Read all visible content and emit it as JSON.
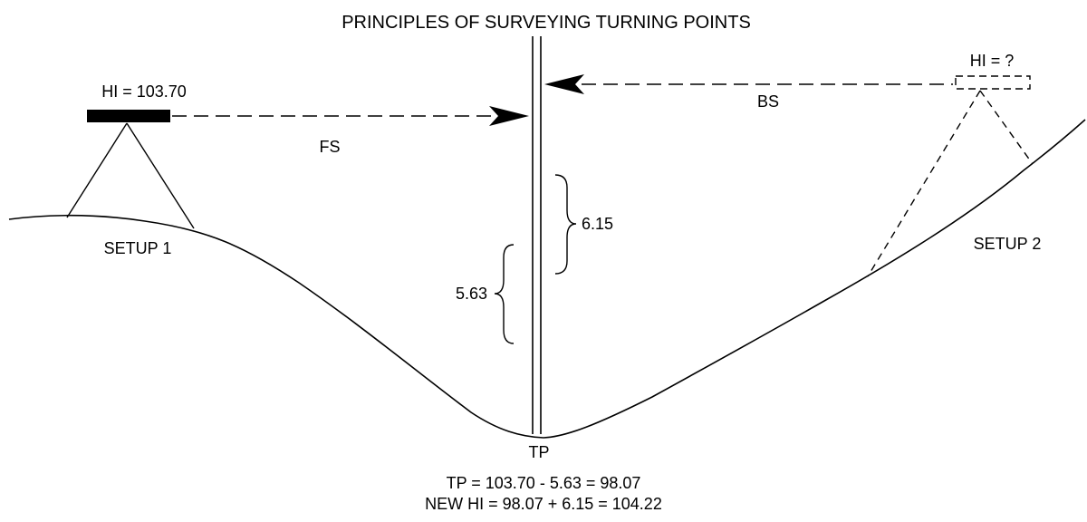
{
  "diagram": {
    "title": "PRINCIPLES OF SURVEYING TURNING POINTS",
    "setup1": {
      "hi_label": "HI = 103.70",
      "label": "SETUP 1"
    },
    "setup2": {
      "hi_label": "HI = ?",
      "label": "SETUP 2"
    },
    "sights": {
      "foresight": "FS",
      "backsight": "BS"
    },
    "rod": {
      "foresight_reading": "5.63",
      "backsight_reading": "6.15"
    },
    "turning_point": {
      "label": "TP"
    },
    "calculations": [
      "TP = 103.70 - 5.63 = 98.07",
      "NEW HI = 98.07 + 6.15 = 104.22"
    ]
  }
}
